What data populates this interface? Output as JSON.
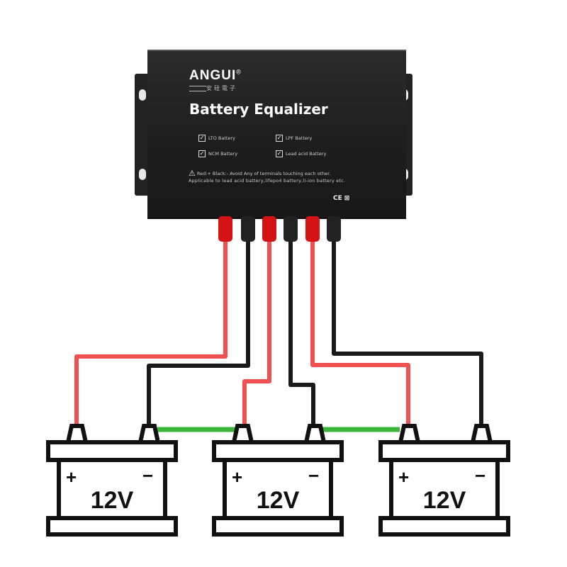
{
  "device": {
    "brand": "ANGUI",
    "registered_mark": "®",
    "brand_chinese": "安硅電子",
    "title": "Battery Equalizer",
    "checklist": [
      {
        "label": "LTO Battery",
        "checked": true
      },
      {
        "label": "LPF Battery",
        "checked": true
      },
      {
        "label": "NCM Battery",
        "checked": true
      },
      {
        "label": "Lead acid Battery",
        "checked": true
      }
    ],
    "warning": "Red:+ Black:-   Avoid Any of terminals touching each other.",
    "applicability": "Applicable to lead acid battery,lifepo4 battery,li-ion battery etc.",
    "certifications": [
      "CE",
      "WEEE"
    ],
    "terminals": [
      "red",
      "black",
      "red",
      "black",
      "red",
      "black"
    ]
  },
  "batteries": [
    {
      "voltage": "12V",
      "positive": "+",
      "negative": "−"
    },
    {
      "voltage": "12V",
      "positive": "+",
      "negative": "−"
    },
    {
      "voltage": "12V",
      "positive": "+",
      "negative": "−"
    }
  ],
  "colors": {
    "positive_wire": "#f05050",
    "negative_wire": "#1a1a1a",
    "series_link": "#3cb43c",
    "device_body": "#1e1e1e",
    "terminal_red": "#d41414",
    "terminal_black": "#222222"
  }
}
